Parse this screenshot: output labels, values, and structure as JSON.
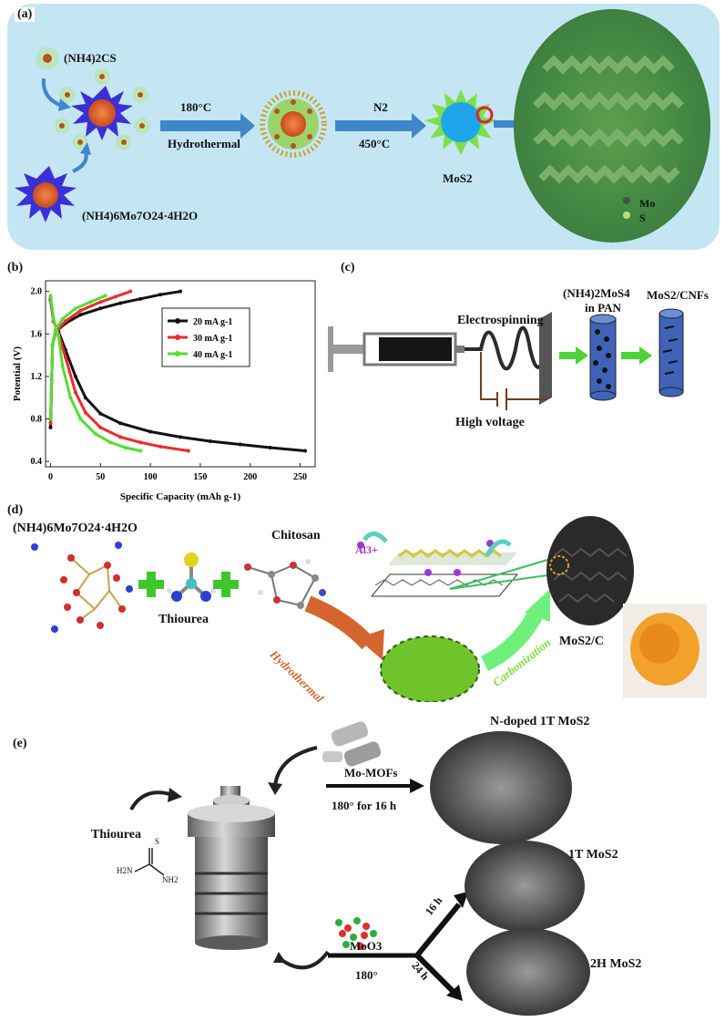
{
  "panel_a": {
    "label": "(a)",
    "precursor_thio": "(NH4)2CS",
    "precursor_mo": "(NH4)6Mo7O24·4H2O",
    "step1_temp": "180°C",
    "step1_method": "Hydrothermal",
    "step2_gas": "N2",
    "step2_temp": "450°C",
    "product": "MoS2",
    "legend_mo": "Mo",
    "legend_s": "S",
    "colors": {
      "background": "#bfe3f0",
      "arrow": "#3f87c9",
      "core": "#e06a32",
      "spike_blue": "#3b2fd6",
      "spike_green": "#5ee05a"
    }
  },
  "panel_b": {
    "label": "(b)"
  },
  "panel_c": {
    "label": "(c)",
    "electrospinning": "Electrospinning",
    "high_voltage": "High voltage",
    "in_pan_line1": "(NH4)2MoS4",
    "in_pan_line2": "in PAN",
    "product": "MoS2/CNFs"
  },
  "panel_d": {
    "label": "(d)",
    "precursor": "(NH4)6Mo7O24·4H2O",
    "thiourea": "Thiourea",
    "chitosan": "Chitosan",
    "ion": "Al3+",
    "hydrothermal": "Hydrothermal",
    "carbonization": "Carbonization",
    "product": "MoS2/C"
  },
  "panel_e": {
    "label": "(e)",
    "thiourea": "Thiourea",
    "mofs": "Mo-MOFs",
    "cond1": "180° for 16 h",
    "moo3": "MoO3",
    "cond2": "180°",
    "t16": "16 h",
    "t24": "24 h",
    "prod1": "N-doped 1T MoS2",
    "prod2": "1T MoS2",
    "prod3": "2H MoS2",
    "struct_h2n": "H2N",
    "struct_s": "S",
    "struct_nh2": "NH2"
  },
  "chart_data": {
    "type": "line",
    "xlabel": "Specific Capacity (mAh g-1)",
    "ylabel": "Potential (V)",
    "xlim": [
      -5,
      265
    ],
    "ylim": [
      0.35,
      2.1
    ],
    "xticks": [
      0,
      50,
      100,
      150,
      200,
      250
    ],
    "yticks": [
      0.4,
      0.8,
      1.2,
      1.6,
      2.0
    ],
    "legend_position": "center-right",
    "series": [
      {
        "name": "20 mA g-1",
        "color": "#111111",
        "discharge": [
          [
            0,
            1.92
          ],
          [
            3,
            1.72
          ],
          [
            8,
            1.62
          ],
          [
            15,
            1.45
          ],
          [
            25,
            1.2
          ],
          [
            35,
            1.0
          ],
          [
            50,
            0.85
          ],
          [
            70,
            0.76
          ],
          [
            100,
            0.68
          ],
          [
            130,
            0.63
          ],
          [
            160,
            0.59
          ],
          [
            190,
            0.56
          ],
          [
            220,
            0.53
          ],
          [
            255,
            0.5
          ]
        ],
        "charge": [
          [
            0,
            0.72
          ],
          [
            2,
            1.5
          ],
          [
            5,
            1.62
          ],
          [
            15,
            1.7
          ],
          [
            30,
            1.78
          ],
          [
            50,
            1.84
          ],
          [
            70,
            1.89
          ],
          [
            90,
            1.93
          ],
          [
            110,
            1.97
          ],
          [
            130,
            2.0
          ]
        ]
      },
      {
        "name": "30 mA g-1",
        "color": "#ee2a2a",
        "discharge": [
          [
            0,
            1.94
          ],
          [
            3,
            1.72
          ],
          [
            8,
            1.6
          ],
          [
            15,
            1.38
          ],
          [
            25,
            1.05
          ],
          [
            35,
            0.86
          ],
          [
            50,
            0.72
          ],
          [
            70,
            0.63
          ],
          [
            90,
            0.58
          ],
          [
            110,
            0.54
          ],
          [
            138,
            0.5
          ]
        ],
        "charge": [
          [
            0,
            0.76
          ],
          [
            2,
            1.5
          ],
          [
            5,
            1.62
          ],
          [
            15,
            1.72
          ],
          [
            30,
            1.82
          ],
          [
            50,
            1.9
          ],
          [
            65,
            1.95
          ],
          [
            80,
            2.0
          ]
        ]
      },
      {
        "name": "40 mA g-1",
        "color": "#55dd33",
        "discharge": [
          [
            0,
            1.96
          ],
          [
            3,
            1.74
          ],
          [
            8,
            1.58
          ],
          [
            12,
            1.3
          ],
          [
            20,
            1.0
          ],
          [
            30,
            0.8
          ],
          [
            45,
            0.66
          ],
          [
            60,
            0.58
          ],
          [
            75,
            0.53
          ],
          [
            90,
            0.5
          ]
        ],
        "charge": [
          [
            0,
            0.8
          ],
          [
            2,
            1.5
          ],
          [
            5,
            1.64
          ],
          [
            12,
            1.74
          ],
          [
            25,
            1.84
          ],
          [
            40,
            1.9
          ],
          [
            55,
            1.96
          ]
        ]
      }
    ]
  }
}
